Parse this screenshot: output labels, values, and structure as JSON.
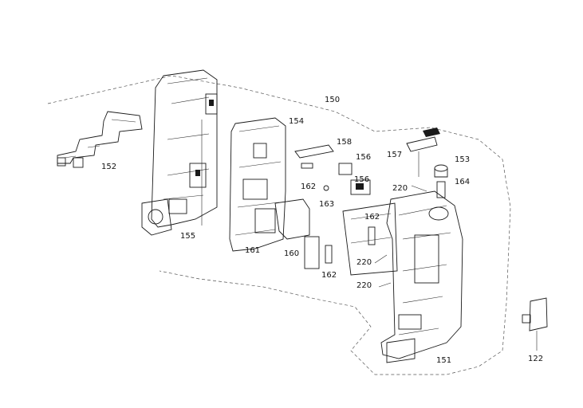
{
  "parts": {
    "p150": "150",
    "p151": "151",
    "p152": "152",
    "p153": "153",
    "p154": "154",
    "p155": "155",
    "p156a": "156",
    "p156b": "156",
    "p157": "157",
    "p158": "158",
    "p160": "160",
    "p161": "161",
    "p162a": "162",
    "p162b": "162",
    "p162c": "162",
    "p163": "163",
    "p164": "164",
    "p220a": "220",
    "p220b": "220",
    "p220c": "220",
    "p122": "122"
  }
}
